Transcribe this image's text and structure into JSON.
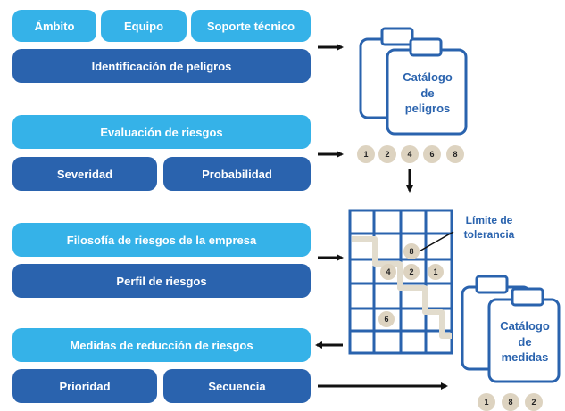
{
  "stage1": {
    "top_left": "Ámbito",
    "top_mid": "Equipo",
    "top_right": "Soporte técnico",
    "main": "Identificación de peligros"
  },
  "stage2": {
    "main": "Evaluación de riesgos",
    "left": "Severidad",
    "right": "Probabilidad"
  },
  "stage3": {
    "main": "Filosofía de riesgos de la empresa",
    "sub": "Perfil de riesgos"
  },
  "stage4": {
    "main": "Medidas de reducción de riesgos",
    "left": "Prioridad",
    "right": "Secuencia"
  },
  "catalog_hazards": {
    "line1": "Catálogo",
    "line2": "de",
    "line3": "peligros"
  },
  "catalog_measures": {
    "line1": "Catálogo",
    "line2": "de",
    "line3": "medidas"
  },
  "hazard_numbers": [
    "1",
    "2",
    "4",
    "6",
    "8"
  ],
  "measure_numbers": [
    "1",
    "8",
    "2"
  ],
  "tolerance_label": {
    "line1": "Límite de",
    "line2": "tolerancia"
  },
  "matrix_numbers": [
    "8",
    "4",
    "2",
    "1",
    "6"
  ],
  "colors": {
    "light_blue": "#35b2e8",
    "dark_blue": "#2a63ae",
    "circle_fill": "#ddd3c0",
    "tolerance_line": "#e2dccd"
  }
}
